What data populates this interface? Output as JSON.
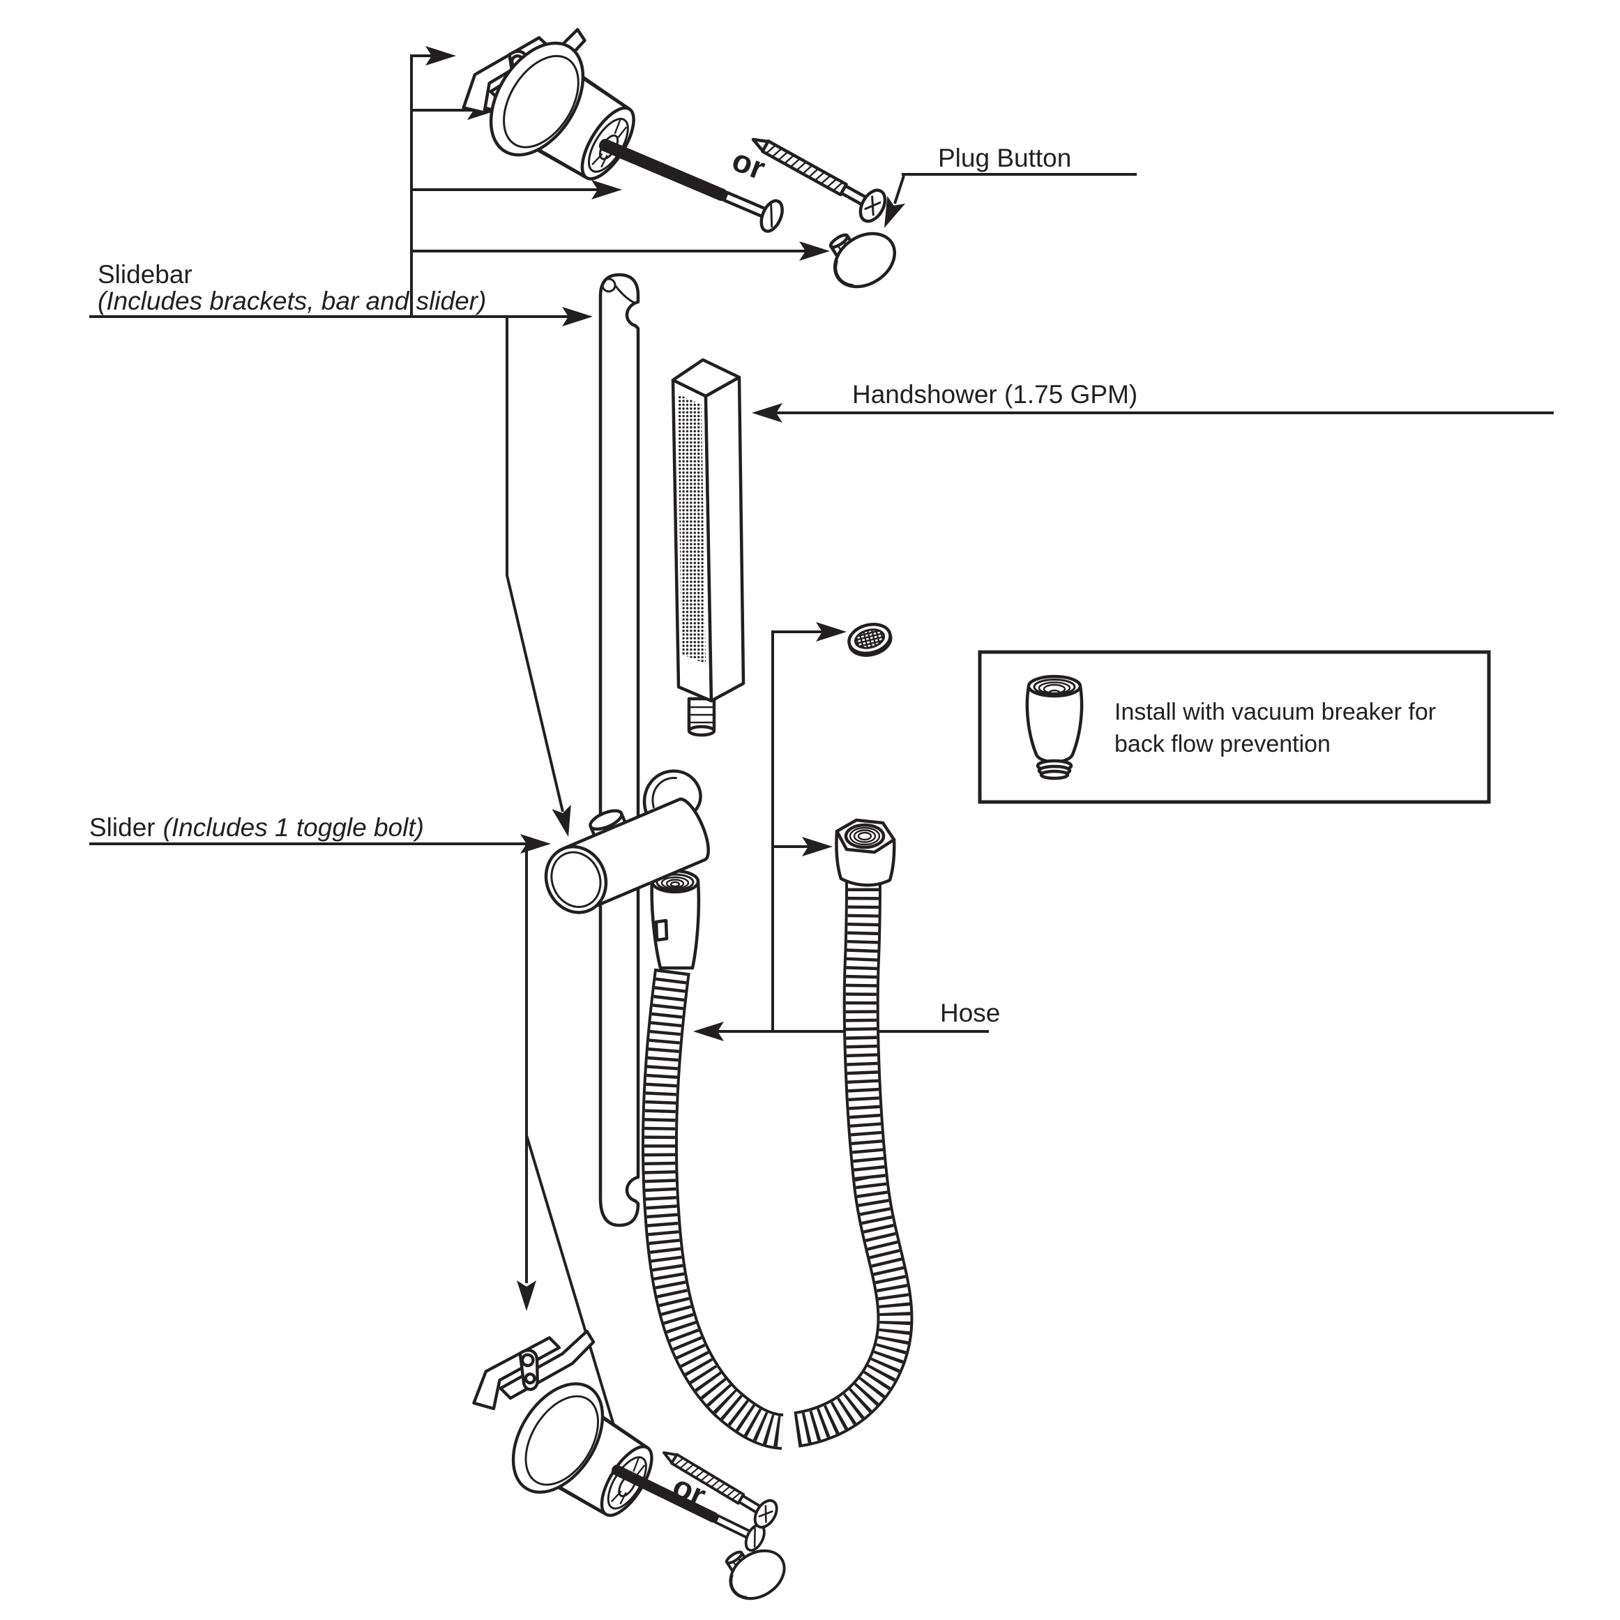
{
  "page": {
    "background": "#ffffff",
    "ink": "#231f20"
  },
  "labels": {
    "slidebar": {
      "title": "Slidebar",
      "subtitle": "(Includes brackets, bar and slider)"
    },
    "slider": {
      "title": "Slider",
      "subtitle": "(Includes 1 toggle bolt)"
    },
    "plug_button": "Plug Button",
    "handshower": "Handshower (1.75 GPM)",
    "hose": "Hose",
    "or_top": "or",
    "or_bottom": "or",
    "note": {
      "line1": "Install with vacuum breaker for",
      "line2": "back flow prevention"
    }
  },
  "icons": [
    "toggle-anchor-icon",
    "wall-bracket-icon",
    "toggle-bolt-icon",
    "wood-screw-icon",
    "plug-button-icon",
    "slidebar-icon",
    "handshower-icon",
    "washer-screen-icon",
    "vacuum-breaker-icon",
    "hose-icon",
    "hose-nut-icon",
    "hose-connector-icon",
    "slider-icon"
  ]
}
